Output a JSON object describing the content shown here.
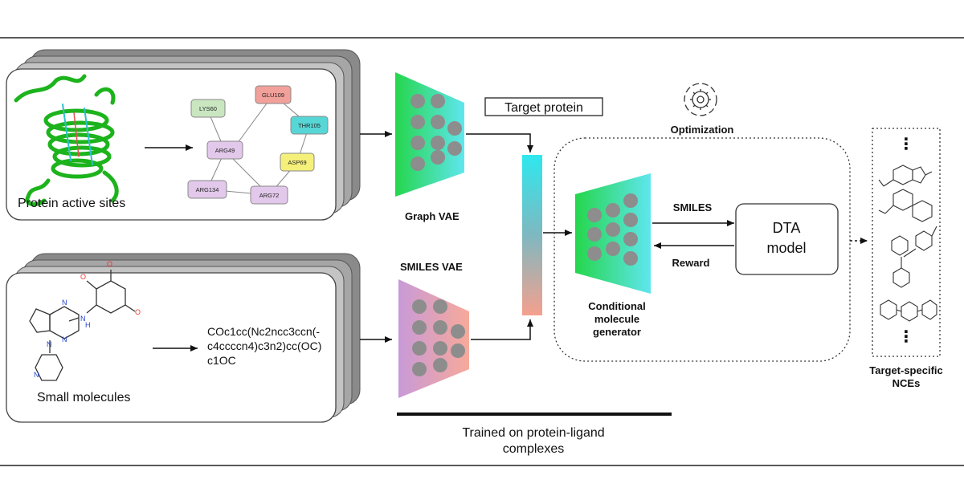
{
  "protein_panel": {
    "label": "Protein active sites"
  },
  "molecule_panel": {
    "label": "Small molecules",
    "smiles_lines": [
      "COc1cc(Nc2ncc3ccn(-",
      "c4ccccn4)c3n2)cc(OC)",
      "c1OC"
    ]
  },
  "residues": [
    "LYS60",
    "GLU109",
    "THR105",
    "ARG49",
    "ASP69",
    "ARG134",
    "ARG72"
  ],
  "graph_vae": {
    "label": "Graph VAE"
  },
  "smiles_vae": {
    "label": "SMILES VAE"
  },
  "target_protein": {
    "label": "Target protein"
  },
  "optimization": {
    "label": "Optimization"
  },
  "generator": {
    "label_lines": [
      "Conditional",
      "molecule",
      "generator"
    ]
  },
  "edges": {
    "smiles": "SMILES",
    "reward": "Reward"
  },
  "dta": {
    "label_lines": [
      "DTA",
      "model"
    ]
  },
  "output": {
    "dots_top": "⋮",
    "dots_bottom": "⋮",
    "label_lines": [
      "Target-specific",
      "NCEs"
    ]
  },
  "training": {
    "caption_lines": [
      "Trained on protein-ligand",
      "complexes"
    ]
  },
  "colors": {
    "protein_green": "#1db31d",
    "lys60": "#c9e6c0",
    "glu109": "#f2a09a",
    "thr105": "#57d6d6",
    "arg": "#e2c8ea",
    "asp69": "#f5f07a",
    "graph_vae_from": "#25d64c",
    "graph_vae_to": "#5fe6ee",
    "smiles_vae_from": "#f7a99a",
    "smiles_vae_to": "#c89ad8",
    "latent_top": "#2ee8ee",
    "latent_bottom": "#f5a08e"
  }
}
